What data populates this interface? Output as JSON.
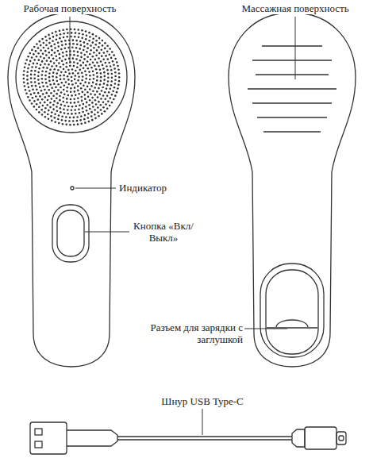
{
  "diagram": {
    "labels": [
      "Рабочая поверхность",
      "Массажная поверхность",
      "Индикатор",
      "Кнопка «Вкл/Выкл»",
      "Разъем для зарядки с заглушкой",
      "Шнур USB Type-C"
    ]
  }
}
